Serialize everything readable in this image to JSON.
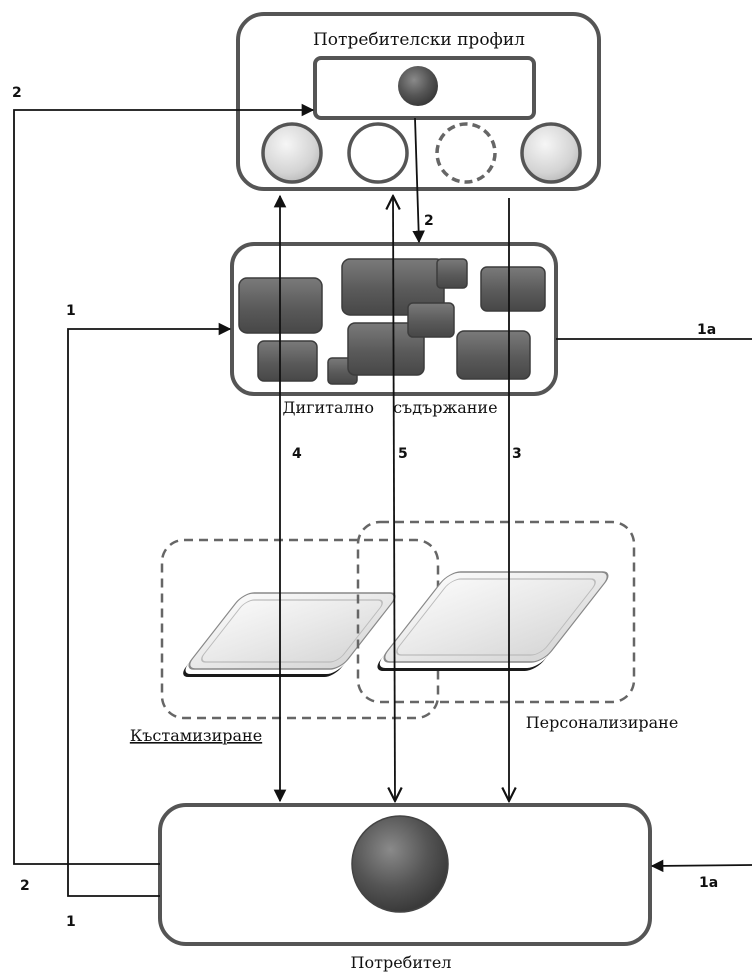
{
  "labels": {
    "profile_title": "Потребителски профил",
    "content_title": "Дигитално съдържание",
    "customization": "Къстамизиране",
    "personalization": "Персонализиране",
    "user_title": "Потребител"
  },
  "flow_labels": {
    "left2_top": "2",
    "left2_bottom": "2",
    "left1_top": "1",
    "left1_bottom": "1",
    "mid2": "2",
    "right1a_top": "1a",
    "right1a_bottom": "1a",
    "v4": "4",
    "v5": "5",
    "v3": "3"
  },
  "colors": {
    "stroke": "#555555",
    "block_fill": "#5a5a5a",
    "line": "#111111"
  }
}
